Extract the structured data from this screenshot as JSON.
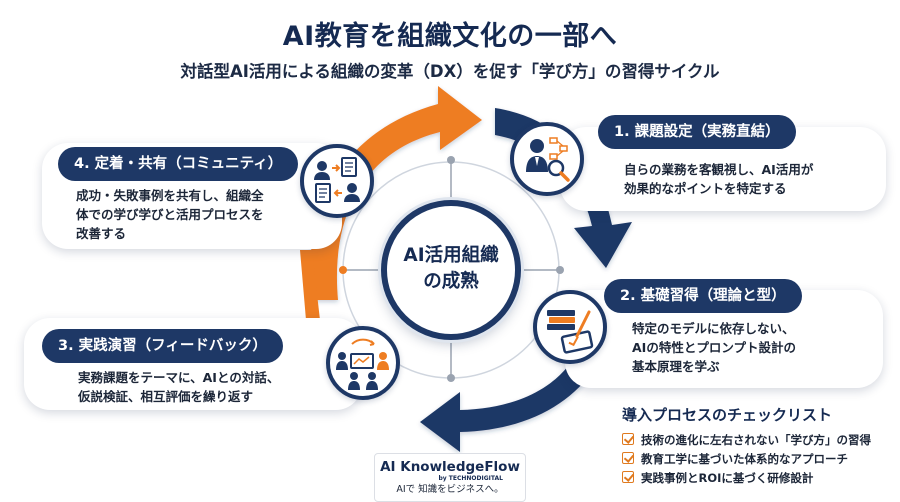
{
  "header": {
    "title": "AI教育を組織文化の一部へ",
    "subtitle": "対話型AI活用による組織の変革（DX）を促す「学び方」の習得サイクル"
  },
  "center": {
    "line1": "AI活用組織",
    "line2": "の成熟"
  },
  "steps": [
    {
      "title": "1. 課題設定（実務直結）",
      "lines": [
        "自らの業務を客観視し、AI活用が",
        "効果的なポイントを特定する"
      ],
      "icon": "analyst-search-icon"
    },
    {
      "title": "2. 基礎習得（理論と型）",
      "lines": [
        "特定のモデルに依存しない、",
        "AIの特性とプロンプト設計の",
        "基本原理を学ぶ"
      ],
      "icon": "books-tablet-icon"
    },
    {
      "title": "3. 実践演習（フィードバック）",
      "lines": [
        "実務課題をテーマに、AIとの対話、",
        "仮説検証、相互評価を繰り返す"
      ],
      "icon": "team-workshop-icon"
    },
    {
      "title": "4. 定着・共有（コミュニティ）",
      "lines": [
        "成功・失敗事例を共有し、組織全",
        "体での学び学びと活用プロセスを",
        "改善する"
      ],
      "icon": "document-share-icon"
    }
  ],
  "checklist": {
    "title": "導入プロセスのチェックリスト",
    "items": [
      "技術の進化に左右されない「学び方」の習得",
      "教育工学に基づいた体系的なアプローチ",
      "実践事例とROIに基づく研修設計"
    ]
  },
  "logo": {
    "brand": "AI KnowledgeFlow",
    "by": "by TECHNODIGITAL",
    "tagline": "AIで 知識をビジネスへ。"
  },
  "colors": {
    "navy": "#1e3866",
    "orange": "#ee7d22",
    "gray": "#9aa3b0"
  }
}
